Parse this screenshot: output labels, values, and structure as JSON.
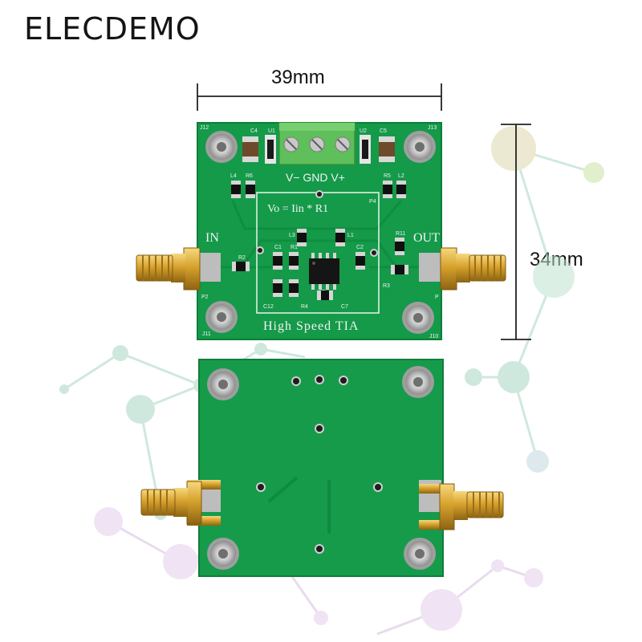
{
  "brand": {
    "name": "ELECDEMO"
  },
  "dimensions": {
    "width": "39mm",
    "height": "34mm"
  },
  "silkscreen": {
    "formula": "Vo = Iin * R1",
    "title": "High Speed TIA",
    "input": "IN",
    "output": "OUT",
    "power": "V− GND V+",
    "refs": [
      "J12",
      "J13",
      "J11",
      "J10",
      "C4",
      "C5",
      "U1",
      "U2",
      "L4",
      "L2",
      "R5",
      "R6",
      "L3",
      "L1",
      "R2",
      "R3",
      "R4",
      "R1",
      "C1",
      "C2",
      "C7",
      "C12",
      "R11",
      "P2",
      "P4",
      "P"
    ]
  },
  "colors": {
    "pcb": "#149a49",
    "pcb_dark": "#0d7f3a",
    "gold": "#d8a631",
    "terminal": "#5fbf5a",
    "network": "#9fd0ba"
  }
}
